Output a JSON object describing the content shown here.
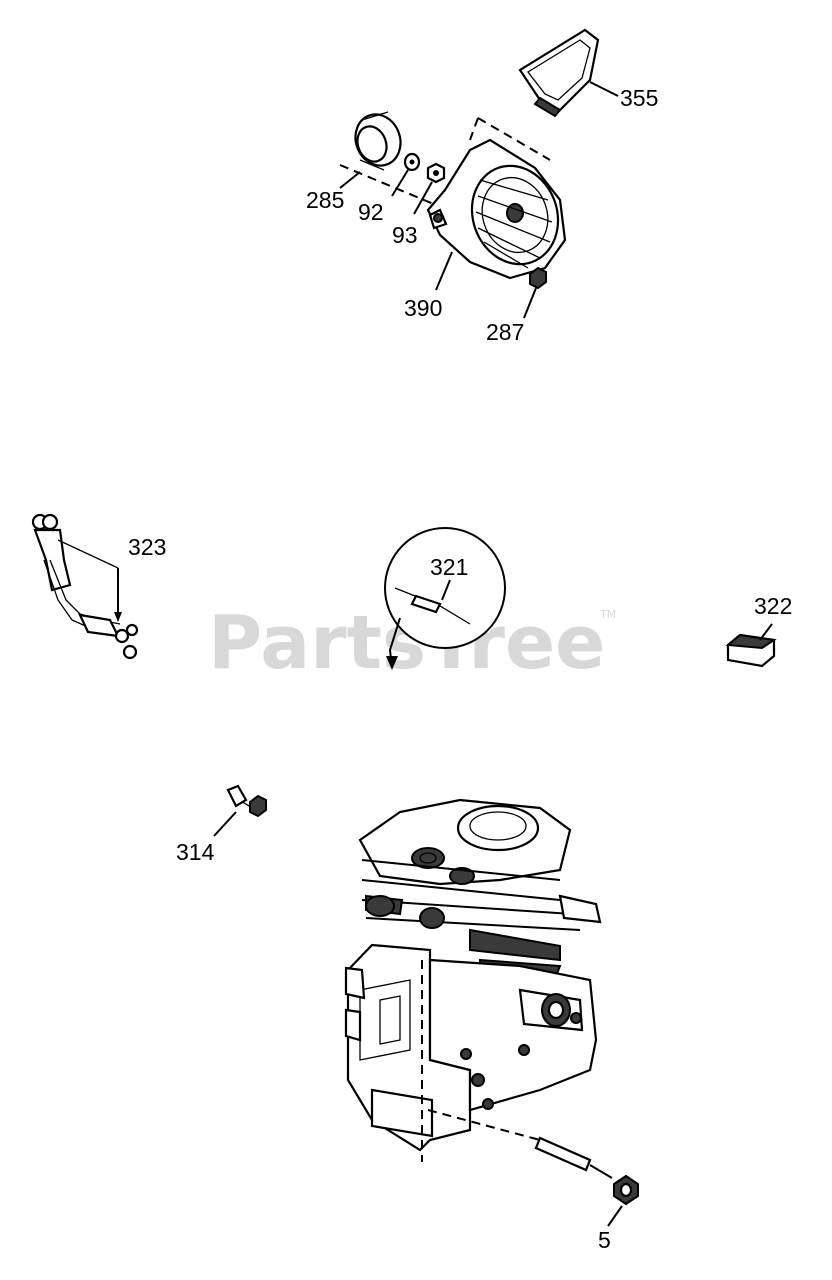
{
  "watermark": {
    "text": "PartsTree",
    "trademark": "TM"
  },
  "callouts": [
    {
      "id": "355",
      "text": "355"
    },
    {
      "id": "285",
      "text": "285"
    },
    {
      "id": "92",
      "text": "92"
    },
    {
      "id": "93",
      "text": "93"
    },
    {
      "id": "390",
      "text": "390"
    },
    {
      "id": "287",
      "text": "287"
    },
    {
      "id": "323",
      "text": "323"
    },
    {
      "id": "321",
      "text": "321"
    },
    {
      "id": "322",
      "text": "322"
    },
    {
      "id": "314",
      "text": "314"
    },
    {
      "id": "5",
      "text": "5"
    }
  ]
}
